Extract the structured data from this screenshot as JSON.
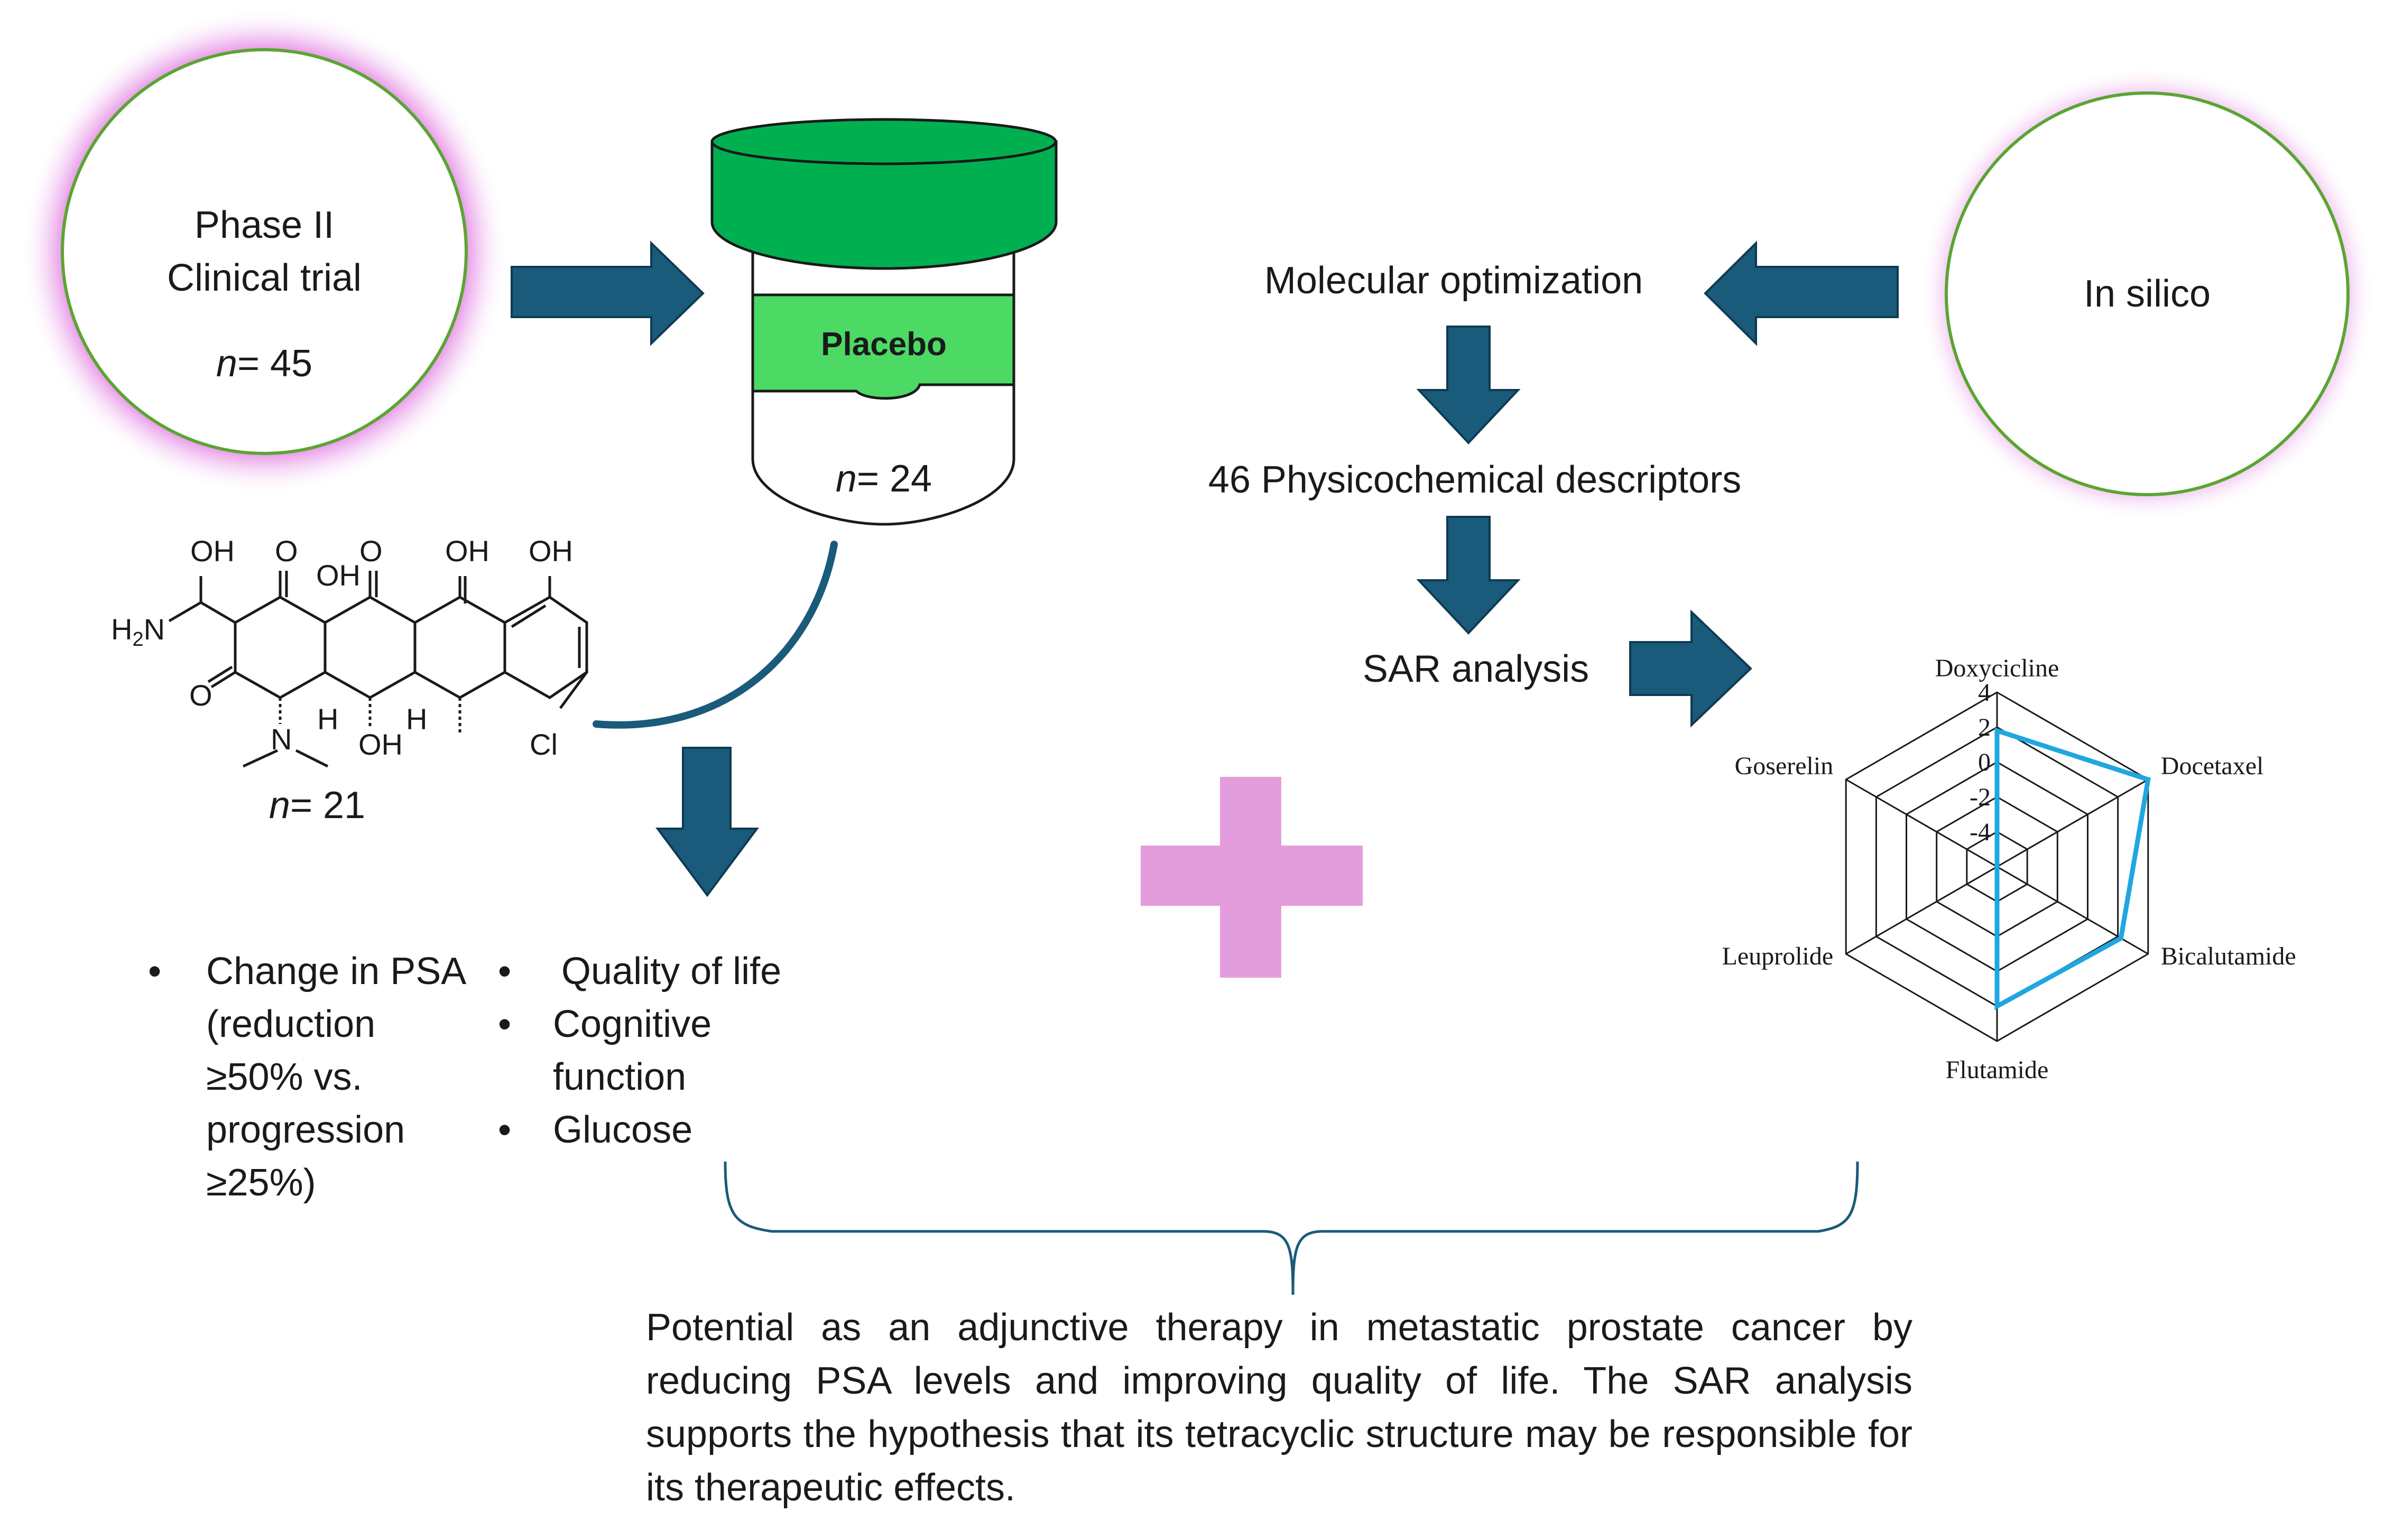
{
  "trial_circle": {
    "line1": "Phase II",
    "line2": "Clinical trial",
    "n_prefix": "n",
    "n_value": "= 45"
  },
  "insilico_circle": {
    "label": "In silico"
  },
  "placebo": {
    "label": "Placebo",
    "n_prefix": "n",
    "n_value": "= 24"
  },
  "molecule": {
    "n_prefix": "n",
    "n_value": "= 21",
    "atoms": {
      "oh": "OH",
      "o": "O",
      "h": "H",
      "cl": "Cl",
      "n": "N",
      "h2n_h": "H",
      "h2n_2": "2",
      "h2n_n": "N"
    }
  },
  "workflow": {
    "step1": "Molecular optimization",
    "step2": "46 Physicochemical descriptors",
    "step3": "SAR analysis"
  },
  "bullets_left": [
    {
      "bullet": "•",
      "lines": [
        "Change in PSA",
        "(reduction",
        "≥50% vs.",
        "progression",
        "≥25%)"
      ]
    }
  ],
  "bullets_right": [
    {
      "bullet": "•",
      "lines": [
        "Quality of life"
      ]
    },
    {
      "bullet": "•",
      "lines": [
        "Cognitive",
        "function"
      ]
    },
    {
      "bullet": "•",
      "lines": [
        "Glucose"
      ]
    }
  ],
  "summary": "Potential as an adjunctive therapy in metastatic prostate cancer by reducing PSA levels and improving quality of life. The SAR analysis supports the hypothesis that its tetracyclic structure may be responsible for its therapeutic effects.",
  "colors": {
    "arrow": "#1a5a7a",
    "lid": "#00b050",
    "label_band": "#4cd964",
    "circle_border": "#5aa532",
    "glow": "#d946d9",
    "plus": "#e49ddc",
    "radar_line": "#1fa7e0"
  },
  "chart_data": {
    "type": "radar",
    "axes": [
      "Doxycicline",
      "Docetaxel",
      "Bicalutamide",
      "Flutamide",
      "Leuprolide",
      "Goserelin"
    ],
    "tick_labels": [
      "4",
      "2",
      "0",
      "-2",
      "-4"
    ],
    "rmin": -6,
    "rmax": 4,
    "series": [
      {
        "values": [
          1.8,
          4.0,
          2.2,
          2.0,
          -6,
          -6
        ]
      }
    ]
  }
}
